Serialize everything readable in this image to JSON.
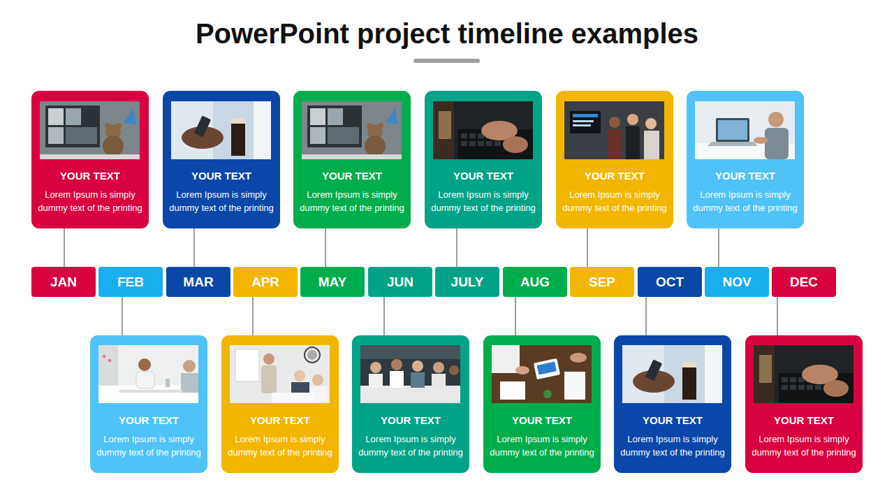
{
  "diagram": {
    "title": "PowerPoint project timeline examples",
    "nodes": [
      {
        "text": [
          "YOUR TEXT",
          "Lorem Ipsum is simply dummy text of the printing"
        ]
      },
      {
        "text": [
          "YOUR TEXT",
          "Lorem Ipsum is simply dummy text of the printing"
        ]
      },
      {
        "text": [
          "YOUR TEXT",
          "Lorem Ipsum is simply dummy text of the printing"
        ]
      },
      {
        "text": [
          "YOUR TEXT",
          "Lorem Ipsum is simply dummy text of the printing"
        ]
      },
      {
        "text": [
          "YOUR TEXT",
          "Lorem Ipsum is simply dummy text of the printing"
        ]
      },
      {
        "text": [
          "YOUR TEXT",
          "Lorem Ipsum is simply dummy text of the printing"
        ]
      },
      {
        "text": [
          "JAN"
        ]
      },
      {
        "text": [
          "FEB"
        ]
      },
      {
        "text": [
          "MAR"
        ]
      },
      {
        "text": [
          "APR"
        ]
      },
      {
        "text": [
          "MAY"
        ]
      },
      {
        "text": [
          "JUN"
        ]
      },
      {
        "text": [
          "JULY"
        ]
      },
      {
        "text": [
          "AUG"
        ]
      },
      {
        "text": [
          "SEP"
        ]
      },
      {
        "text": [
          "OCT"
        ]
      },
      {
        "text": [
          "NOV"
        ]
      },
      {
        "text": [
          "DEC"
        ]
      },
      {
        "text": [
          "YOUR TEXT",
          "Lorem Ipsum is simply dummy text of the printing"
        ]
      },
      {
        "text": [
          "YOUR TEXT",
          "Lorem Ipsum is simply dummy text of the printing"
        ]
      },
      {
        "text": [
          "YOUR TEXT",
          "Lorem Ipsum is simply dummy text of the printing"
        ]
      },
      {
        "text": [
          "YOUR TEXT",
          "Lorem Ipsum is simply dummy text of the printing"
        ]
      },
      {
        "text": [
          "YOUR TEXT",
          "Lorem Ipsum is simply dummy text of the printing"
        ]
      },
      {
        "text": [
          "YOUR TEXT",
          "Lorem Ipsum is simply dummy text of the printing"
        ]
      }
    ],
    "edges": [
      {
        "from": 0,
        "to": 6,
        "arrow": "none"
      },
      {
        "from": 1,
        "to": 8,
        "arrow": "none"
      },
      {
        "from": 2,
        "to": 10,
        "arrow": "none"
      },
      {
        "from": 3,
        "to": 12,
        "arrow": "none"
      },
      {
        "from": 4,
        "to": 14,
        "arrow": "none"
      },
      {
        "from": 5,
        "to": 16,
        "arrow": "none"
      },
      {
        "from": 18,
        "to": 7,
        "arrow": "none"
      },
      {
        "from": 19,
        "to": 9,
        "arrow": "none"
      },
      {
        "from": 20,
        "to": 11,
        "arrow": "none"
      },
      {
        "from": 21,
        "to": 13,
        "arrow": "none"
      },
      {
        "from": 22,
        "to": 15,
        "arrow": "none"
      },
      {
        "from": 23,
        "to": 17,
        "arrow": "none"
      }
    ]
  }
}
